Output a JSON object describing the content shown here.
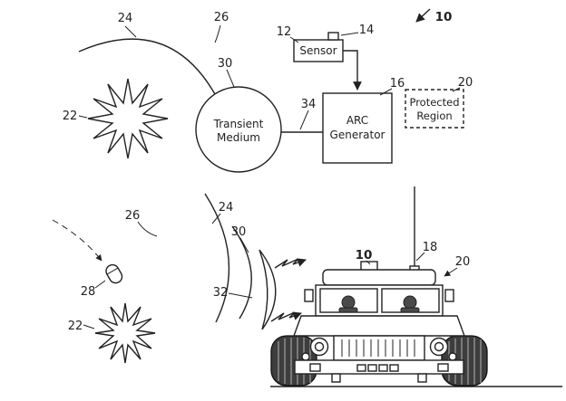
{
  "top_figure": {
    "labels": {
      "ref24": "24",
      "ref26": "26",
      "ref12": "12",
      "ref14": "14",
      "ref16": "16",
      "ref20": "20",
      "ref30": "30",
      "ref34": "34",
      "ref22": "22",
      "ref10": "10"
    },
    "sensor": "Sensor",
    "arc_generator": {
      "line1": "ARC",
      "line2": "Generator"
    },
    "protected_region": {
      "line1": "Protected",
      "line2": "Region"
    },
    "transient_medium": {
      "line1": "Transient",
      "line2": "Medium"
    }
  },
  "bottom_figure": {
    "labels": {
      "ref26": "26",
      "ref24": "24",
      "ref30": "30",
      "ref32": "32",
      "ref10": "10",
      "ref18": "18",
      "ref20": "20",
      "ref28": "28",
      "ref22": "22"
    }
  },
  "colors": {
    "ink": "#222222",
    "tire": "#3d3d3d"
  }
}
